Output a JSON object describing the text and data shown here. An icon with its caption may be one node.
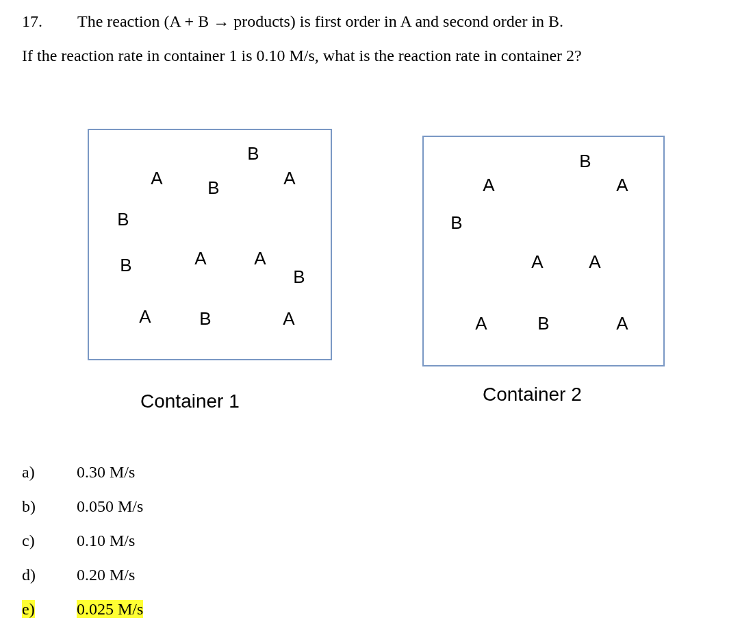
{
  "diagram": {
    "nodes": [
      {
        "text": [
          "B",
          "A",
          "A",
          "B",
          "B",
          "A",
          "A",
          "B",
          "B",
          "A",
          "B",
          "A"
        ],
        "beside": [
          "Container 1"
        ]
      },
      {
        "text": [
          "B",
          "A",
          "A",
          "B",
          "A",
          "A",
          "A",
          "B",
          "A"
        ],
        "beside": [
          "Container 2"
        ]
      }
    ],
    "edges": [],
    "labels": [
      "17.",
      "The reaction (A + B → products) is first order in A and second order in B.",
      "If the reaction rate in container 1 is 0.10 M/s, what is the reaction rate in container 2?",
      "a)",
      "0.30 M/s",
      "b)",
      "0.050 M/s",
      "c)",
      "0.10 M/s",
      "d)",
      "0.20 M/s",
      "e)",
      "0.025 M/s"
    ]
  }
}
